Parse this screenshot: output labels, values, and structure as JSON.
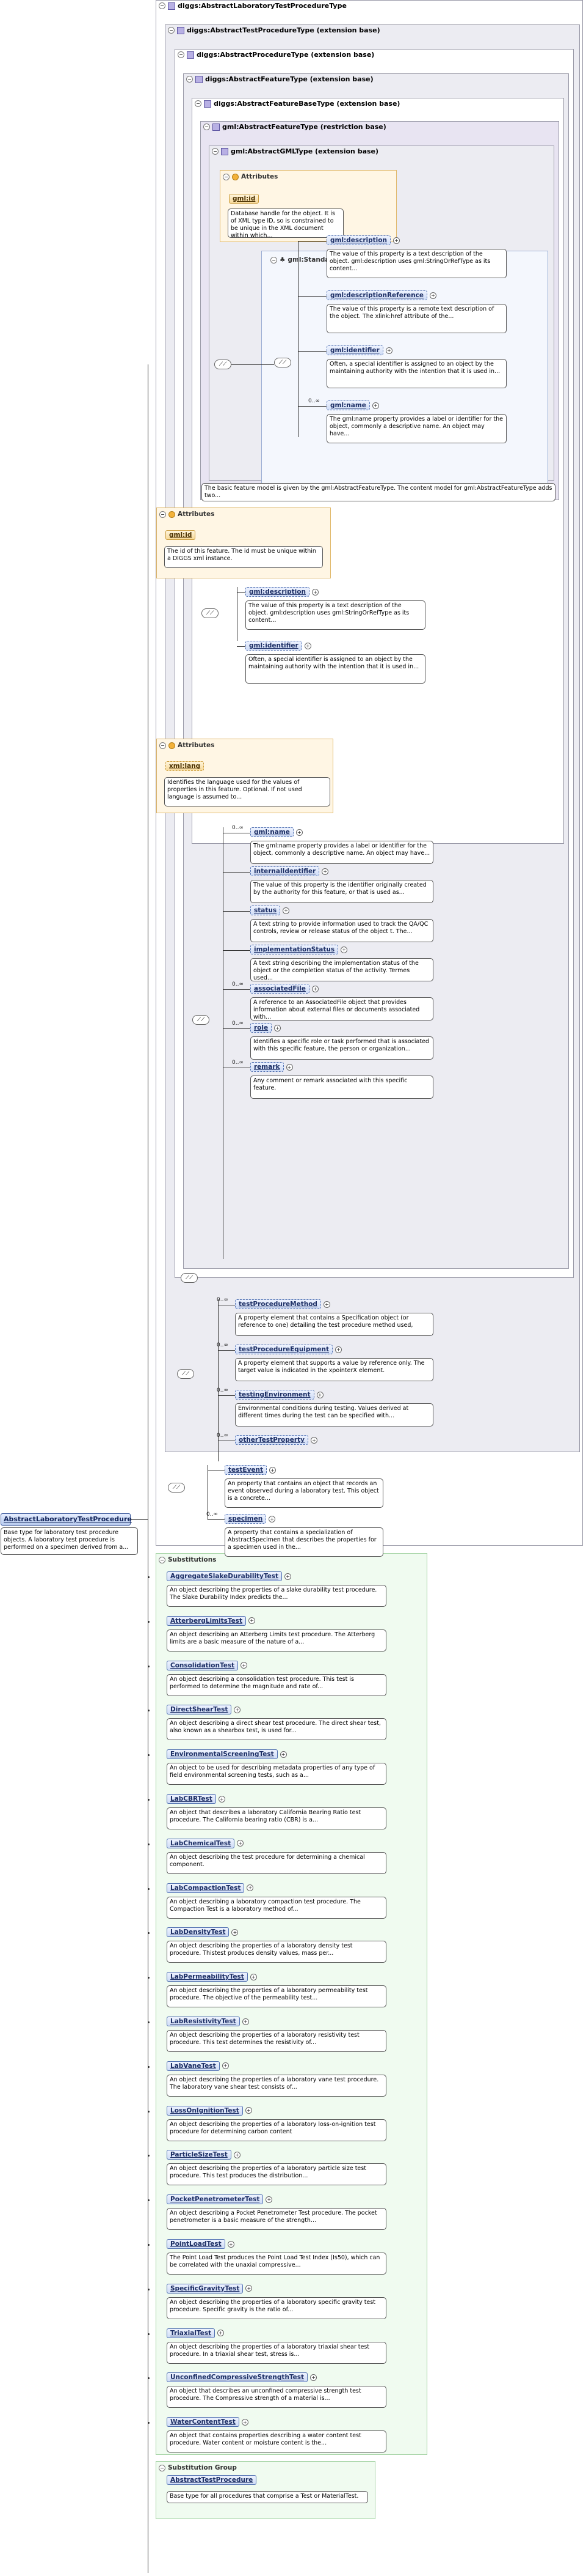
{
  "root": {
    "name": "AbstractLaboratoryTestProcedure",
    "doc": "Base type for laboratory test procedure objects. A laboratory test procedure is performed on a specimen derived from a..."
  },
  "frames": {
    "f1": "diggs:AbstractLaboratoryTestProcedureType",
    "f2": "diggs:AbstractTestProcedureType (extension base)",
    "f3": "diggs:AbstractProcedureType (extension base)",
    "f4": "diggs:AbstractFeatureType (extension base)",
    "f5": "diggs:AbstractFeatureBaseType (extension base)",
    "f6": "gml:AbstractFeatureType (restriction base)",
    "f7": "gml:AbstractGMLType (extension base)"
  },
  "attributes_label": "Attributes",
  "gml_attr": {
    "name": "gml:id",
    "doc": "Database handle for the object. It is of XML type ID, so is constrained to be unique in the XML document within which..."
  },
  "standard_props": {
    "name": "gml:StandardObjectProperties",
    "items": [
      {
        "name": "gml:description",
        "doc": "The value of this property is a text description of the object. gml:description uses gml:StringOrRefType as its content..."
      },
      {
        "name": "gml:descriptionReference",
        "doc": "The value of this property is a remote text description of the object. The xlink:href attribute of the..."
      },
      {
        "name": "gml:identifier",
        "doc": "Often, a special identifier is assigned to an object by the maintaining authority with the intention that it is used in..."
      },
      {
        "name": "gml:name",
        "mult": "0..∞",
        "doc": "The gml:name property provides a label or identifier for the object, commonly a descriptive name. An object may have..."
      }
    ]
  },
  "feature_base_doc": "The basic feature model is given by the gml:AbstractFeatureType. The content model for gml:AbstractFeatureType adds two...",
  "fb_attr": {
    "name": "gml:id",
    "doc": "The id of this feature. The id must be unique within a DIGGS xml instance."
  },
  "fb_elems": [
    {
      "name": "gml:description",
      "doc": "The value of this property is a text description of the object. gml:description uses gml:StringOrRefType as its content..."
    },
    {
      "name": "gml:identifier",
      "doc": "Often, a special identifier is assigned to an object by the maintaining authority with the intention that it is used in..."
    }
  ],
  "af_attr": {
    "name": "xml:lang",
    "doc": "Identifies the language used for the values of properties in this feature. Optional. If not used language is assumed to..."
  },
  "af_elems": [
    {
      "name": "gml:name",
      "mult": "0..∞",
      "doc": "The gml:name property provides a label or identifier for the object, commonly a descriptive name. An object may have..."
    },
    {
      "name": "internalIdentifier",
      "mult": "",
      "doc": "The value of this property is the identifier originally created by the authority for this feature, or that is used as..."
    },
    {
      "name": "status",
      "mult": "",
      "doc": "A text string to provide information used to track the QA/QC controls, review or release status of the object t. The..."
    },
    {
      "name": "implementationStatus",
      "mult": "",
      "doc": "A text string describing the implementation status of the object or the completion status of the activity. Termes used..."
    },
    {
      "name": "associatedFile",
      "mult": "0..∞",
      "doc": "A reference to an AssociatedFile object that provides information about external files or documents associated with..."
    },
    {
      "name": "role",
      "mult": "0..∞",
      "doc": "Identifies a specific role or task performed that is associated with this specific feature, the person or organization..."
    },
    {
      "name": "remark",
      "mult": "0..∞",
      "doc": "Any comment or remark associated with this specific feature."
    }
  ],
  "tp_elems": [
    {
      "name": "testProcedureMethod",
      "mult": "0..∞",
      "doc": "A property element that contains a Specification object (or reference to one) detailing the test procedure method used,"
    },
    {
      "name": "testProcedureEquipment",
      "mult": "0..∞",
      "doc": "A property element that supports a value by reference only. The target value is indicated in the xpointerX element."
    },
    {
      "name": "testingEnvironment",
      "mult": "0..∞",
      "doc": "Environmental conditions during testing. Values derived at different times during the test can be specified with..."
    },
    {
      "name": "otherTestProperty",
      "mult": "0..∞",
      "doc": ""
    }
  ],
  "lab_elems": [
    {
      "name": "testEvent",
      "mult": "",
      "doc": "An property that contains an object that records an event observed during a laboratory test. This object is a concrete..."
    },
    {
      "name": "specimen",
      "mult": "0..∞",
      "doc": "A property that contains a specialization of AbstractSpecimen that describes the properties for a specimen used in the..."
    }
  ],
  "substitutions_label": "Substitutions",
  "substitutions": [
    {
      "name": "AggregateSlakeDurabilityTest",
      "doc": "An object describing the properties of a slake durability test procedure. The Slake Durability Index predicts the..."
    },
    {
      "name": "AtterbergLimitsTest",
      "doc": "An object describing an Atterberg Limits test procedure. The Atterberg limits are a basic measure of the nature of a..."
    },
    {
      "name": "ConsolidationTest",
      "doc": "An object describing a consolidation test procedure. This test is performed to determine the magnitude and rate of..."
    },
    {
      "name": "DirectShearTest",
      "doc": "An object describing a direct shear test procedure. The direct shear test, also known as a shearbox test, is used for..."
    },
    {
      "name": "EnvironmentalScreeningTest",
      "doc": "An object to be used for describing metadata properties of any type of field environmental screening tests, such as a..."
    },
    {
      "name": "LabCBRTest",
      "doc": "An object that describes a laboratory California Bearing Ratio test procedure. The California bearing ratio (CBR) is a..."
    },
    {
      "name": "LabChemicalTest",
      "doc": "An object describing the test procedure for determining a chemical component."
    },
    {
      "name": "LabCompactionTest",
      "doc": "An object describing a laboratory compaction test procedure. The Compaction Test is a laboratory method of..."
    },
    {
      "name": "LabDensityTest",
      "doc": "An object describing the properties of a laboratory density test procedure. Thistest produces density values, mass per..."
    },
    {
      "name": "LabPermeabilityTest",
      "doc": "An object describing the properties of a laboratory permeability test procedure. The objective of the permeability test..."
    },
    {
      "name": "LabResistivityTest",
      "doc": "An object describing the properties of a laboratory resistivity test procedure. This test determines the resistivity of..."
    },
    {
      "name": "LabVaneTest",
      "doc": "An object describing the properties of a laboratory vane test procedure. The laboratory vane shear test consists of..."
    },
    {
      "name": "LossOnIgnitionTest",
      "doc": "An object describing the properties of a laboratory loss-on-ignition test procedure for determining carbon content"
    },
    {
      "name": "ParticleSizeTest",
      "doc": "An object describing the properties of a laboratory particle size test procedure. This test produces the distribution..."
    },
    {
      "name": "PocketPenetrometerTest",
      "doc": "An object describing a Pocket Penetrometer Test procedure. The pocket penetrometer is a basic measure of the strength..."
    },
    {
      "name": "PointLoadTest",
      "doc": "The Point Load Test produces the Point Load Test Index (Is50), which can be correlated with the unaxial compressive..."
    },
    {
      "name": "SpecificGravityTest",
      "doc": "An object describing the properties of a laboratory specific gravity test procedure. Specific gravity is the ratio of..."
    },
    {
      "name": "TriaxialTest",
      "doc": "An object describing the properties of a laboratory triaxial shear test procedure. In a triaxial shear test, stress is..."
    },
    {
      "name": "UnconfinedCompressiveStrengthTest",
      "doc": "An object that describes an unconfined compressive strength test procedure. The Compressive strength of a material is..."
    },
    {
      "name": "WaterContentTest",
      "doc": "An object that contains properties describing a water content test procedure. Water content or moisture content is the..."
    }
  ],
  "subgroup_label": "Substitution Group",
  "subgroup": {
    "name": "AbstractTestProcedure",
    "doc": "Base type for all procedures that comprise a Test or MaterialTest."
  }
}
